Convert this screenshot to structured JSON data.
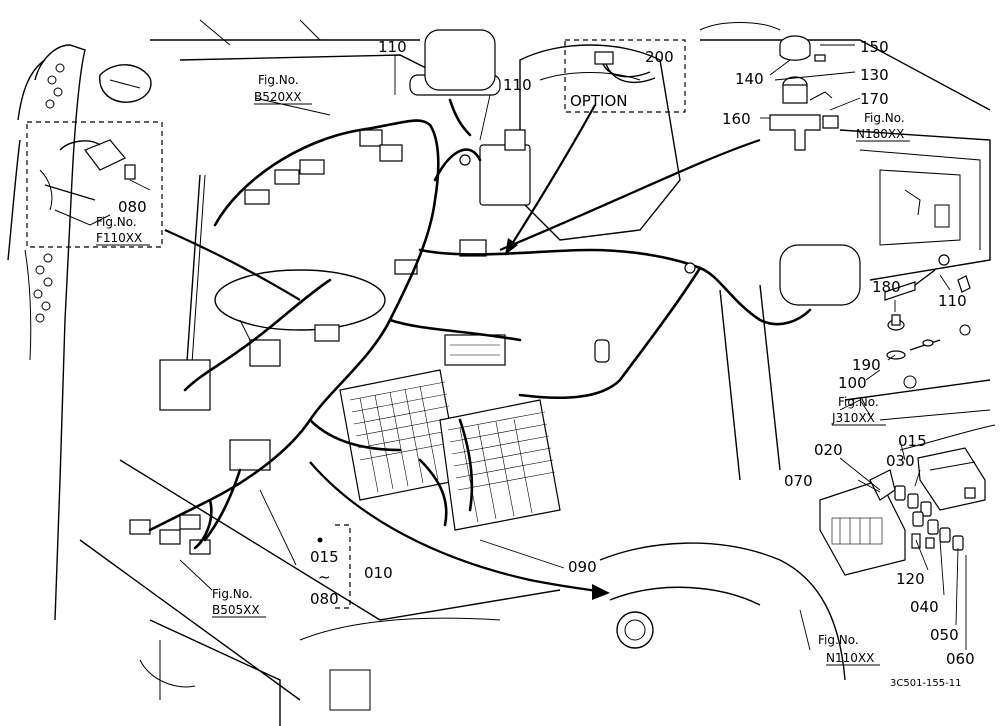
{
  "callouts": {
    "c110a": "110",
    "c200": "200",
    "option": "OPTION",
    "c110b": "110",
    "c150": "150",
    "c140": "140",
    "c130": "130",
    "c170": "170",
    "c160": "160",
    "c080a": "080",
    "c180": "180",
    "c110c": "110",
    "c190": "190",
    "c100": "100",
    "c015a": "015",
    "c020": "020",
    "c030": "030",
    "c070": "070",
    "c015b": "015",
    "c tilde": "~",
    "c080b": "080",
    "c010": "010",
    "c090": "090",
    "c120": "120",
    "c040": "040",
    "c050": "050",
    "c060": "060"
  },
  "figrefs": {
    "b520": {
      "label": "Fig.No.",
      "code": "B520XX"
    },
    "n180": {
      "label": "Fig.No.",
      "code": "N180XX"
    },
    "f110": {
      "label": "Fig.No.",
      "code": "F110XX"
    },
    "j310": {
      "label": "Fig.No.",
      "code": "J310XX"
    },
    "b505": {
      "label": "Fig.No.",
      "code": "B505XX"
    },
    "n110": {
      "label": "Fig.No.",
      "code": "N110XX"
    }
  },
  "drawing_id": "3C501-155-11"
}
